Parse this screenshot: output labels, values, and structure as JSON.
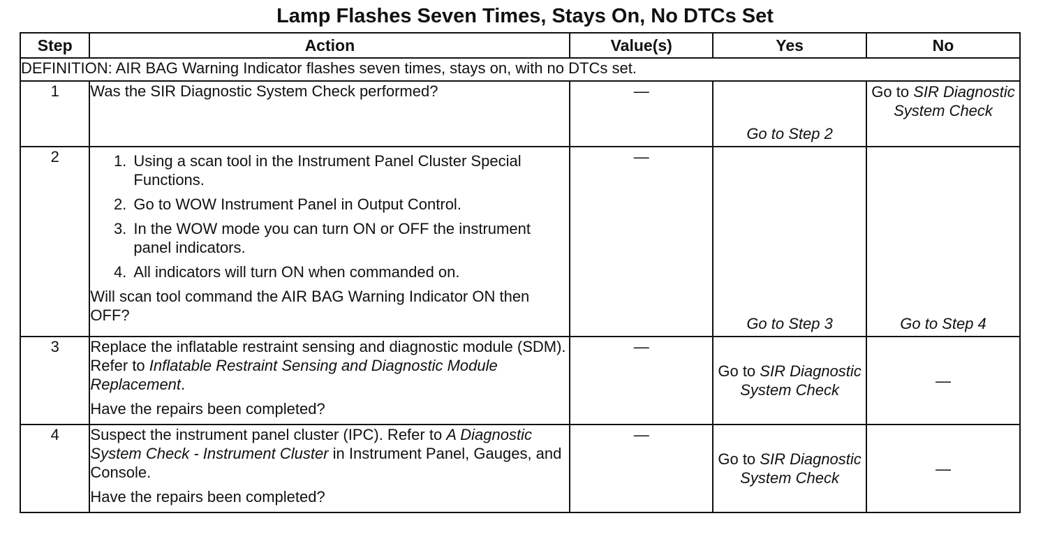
{
  "title": "Lamp Flashes Seven Times, Stays On, No DTCs Set",
  "headers": {
    "step": "Step",
    "action": "Action",
    "value": "Value(s)",
    "yes": "Yes",
    "no": "No"
  },
  "definition": "DEFINITION: AIR BAG Warning Indicator flashes seven times, stays on, with no DTCs set.",
  "rows": [
    {
      "step": "1",
      "question": "Was the SIR Diagnostic System Check performed?",
      "value": "—",
      "yes": "Go to Step 2",
      "no_prefix": "Go to ",
      "no_link": "SIR Diagnostic System Check"
    },
    {
      "step": "2",
      "list": [
        "Using a scan tool in the Instrument Panel Cluster Special Functions.",
        "Go to WOW Instrument Panel in Output Control.",
        "In the WOW mode you can turn ON or OFF the instrument panel indicators.",
        "All indicators will turn ON when commanded on."
      ],
      "question": "Will scan tool command the AIR BAG Warning Indicator ON then OFF?",
      "value": "—",
      "yes": "Go to Step 3",
      "no": "Go to Step 4"
    },
    {
      "step": "3",
      "text": "Replace the inflatable restraint sensing and diagnostic module (SDM). Refer to ",
      "ref": "Inflatable Restraint Sensing and Diagnostic Module Replacement",
      "ref_end": ".",
      "question": "Have the repairs been completed?",
      "value": "—",
      "yes_prefix": "Go to ",
      "yes_link": "SIR Diagnostic System Check",
      "no": "—"
    },
    {
      "step": "4",
      "text": "Suspect the instrument panel cluster (IPC). Refer to ",
      "ref": "A Diagnostic System Check - Instrument Cluster",
      "ref_end": " in Instrument Panel, Gauges, and Console.",
      "question": "Have the repairs been completed?",
      "value": "—",
      "yes_prefix": "Go to ",
      "yes_link": "SIR Diagnostic System Check",
      "no": "—"
    }
  ]
}
